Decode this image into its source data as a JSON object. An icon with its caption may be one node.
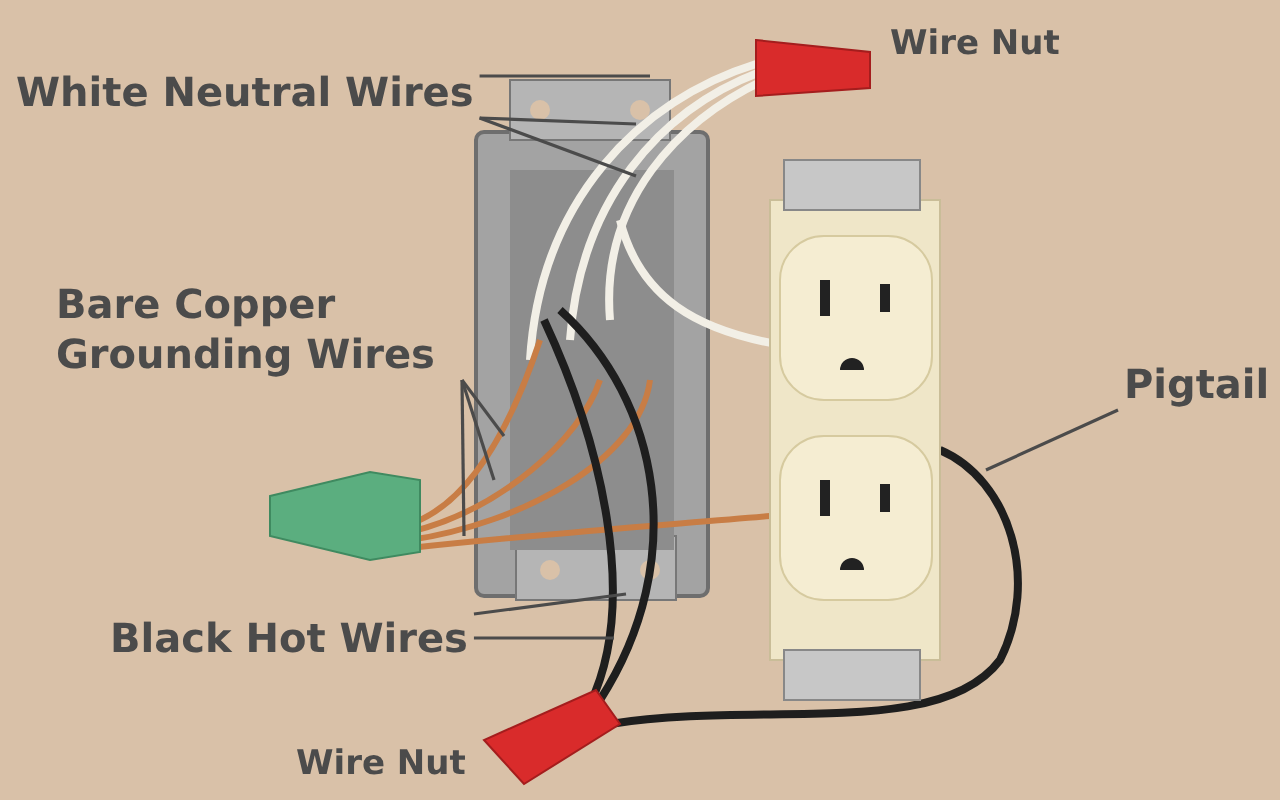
{
  "diagram": {
    "nodes": [
      {
        "text": [
          "White Neutral Wires"
        ]
      },
      {
        "text": [
          "Bare Copper Grounding Wires"
        ]
      },
      {
        "text": [
          "Black Hot Wires"
        ]
      },
      {
        "text": [
          "Pigtail"
        ]
      }
    ],
    "edges": [
      {
        "from": 0,
        "to": null,
        "arrow": "none"
      },
      {
        "from": 0,
        "to": null,
        "arrow": "none"
      },
      {
        "from": 0,
        "to": null,
        "arrow": "none"
      },
      {
        "from": 1,
        "to": null,
        "arrow": "none"
      },
      {
        "from": 1,
        "to": null,
        "arrow": "none"
      },
      {
        "from": 1,
        "to": null,
        "arrow": "none"
      },
      {
        "from": 2,
        "to": null,
        "arrow": "none"
      },
      {
        "from": 2,
        "to": null,
        "arrow": "none"
      },
      {
        "from": 3,
        "to": null,
        "arrow": "none"
      }
    ],
    "labels": [
      "Wire Nut",
      "Wire Nut"
    ]
  }
}
